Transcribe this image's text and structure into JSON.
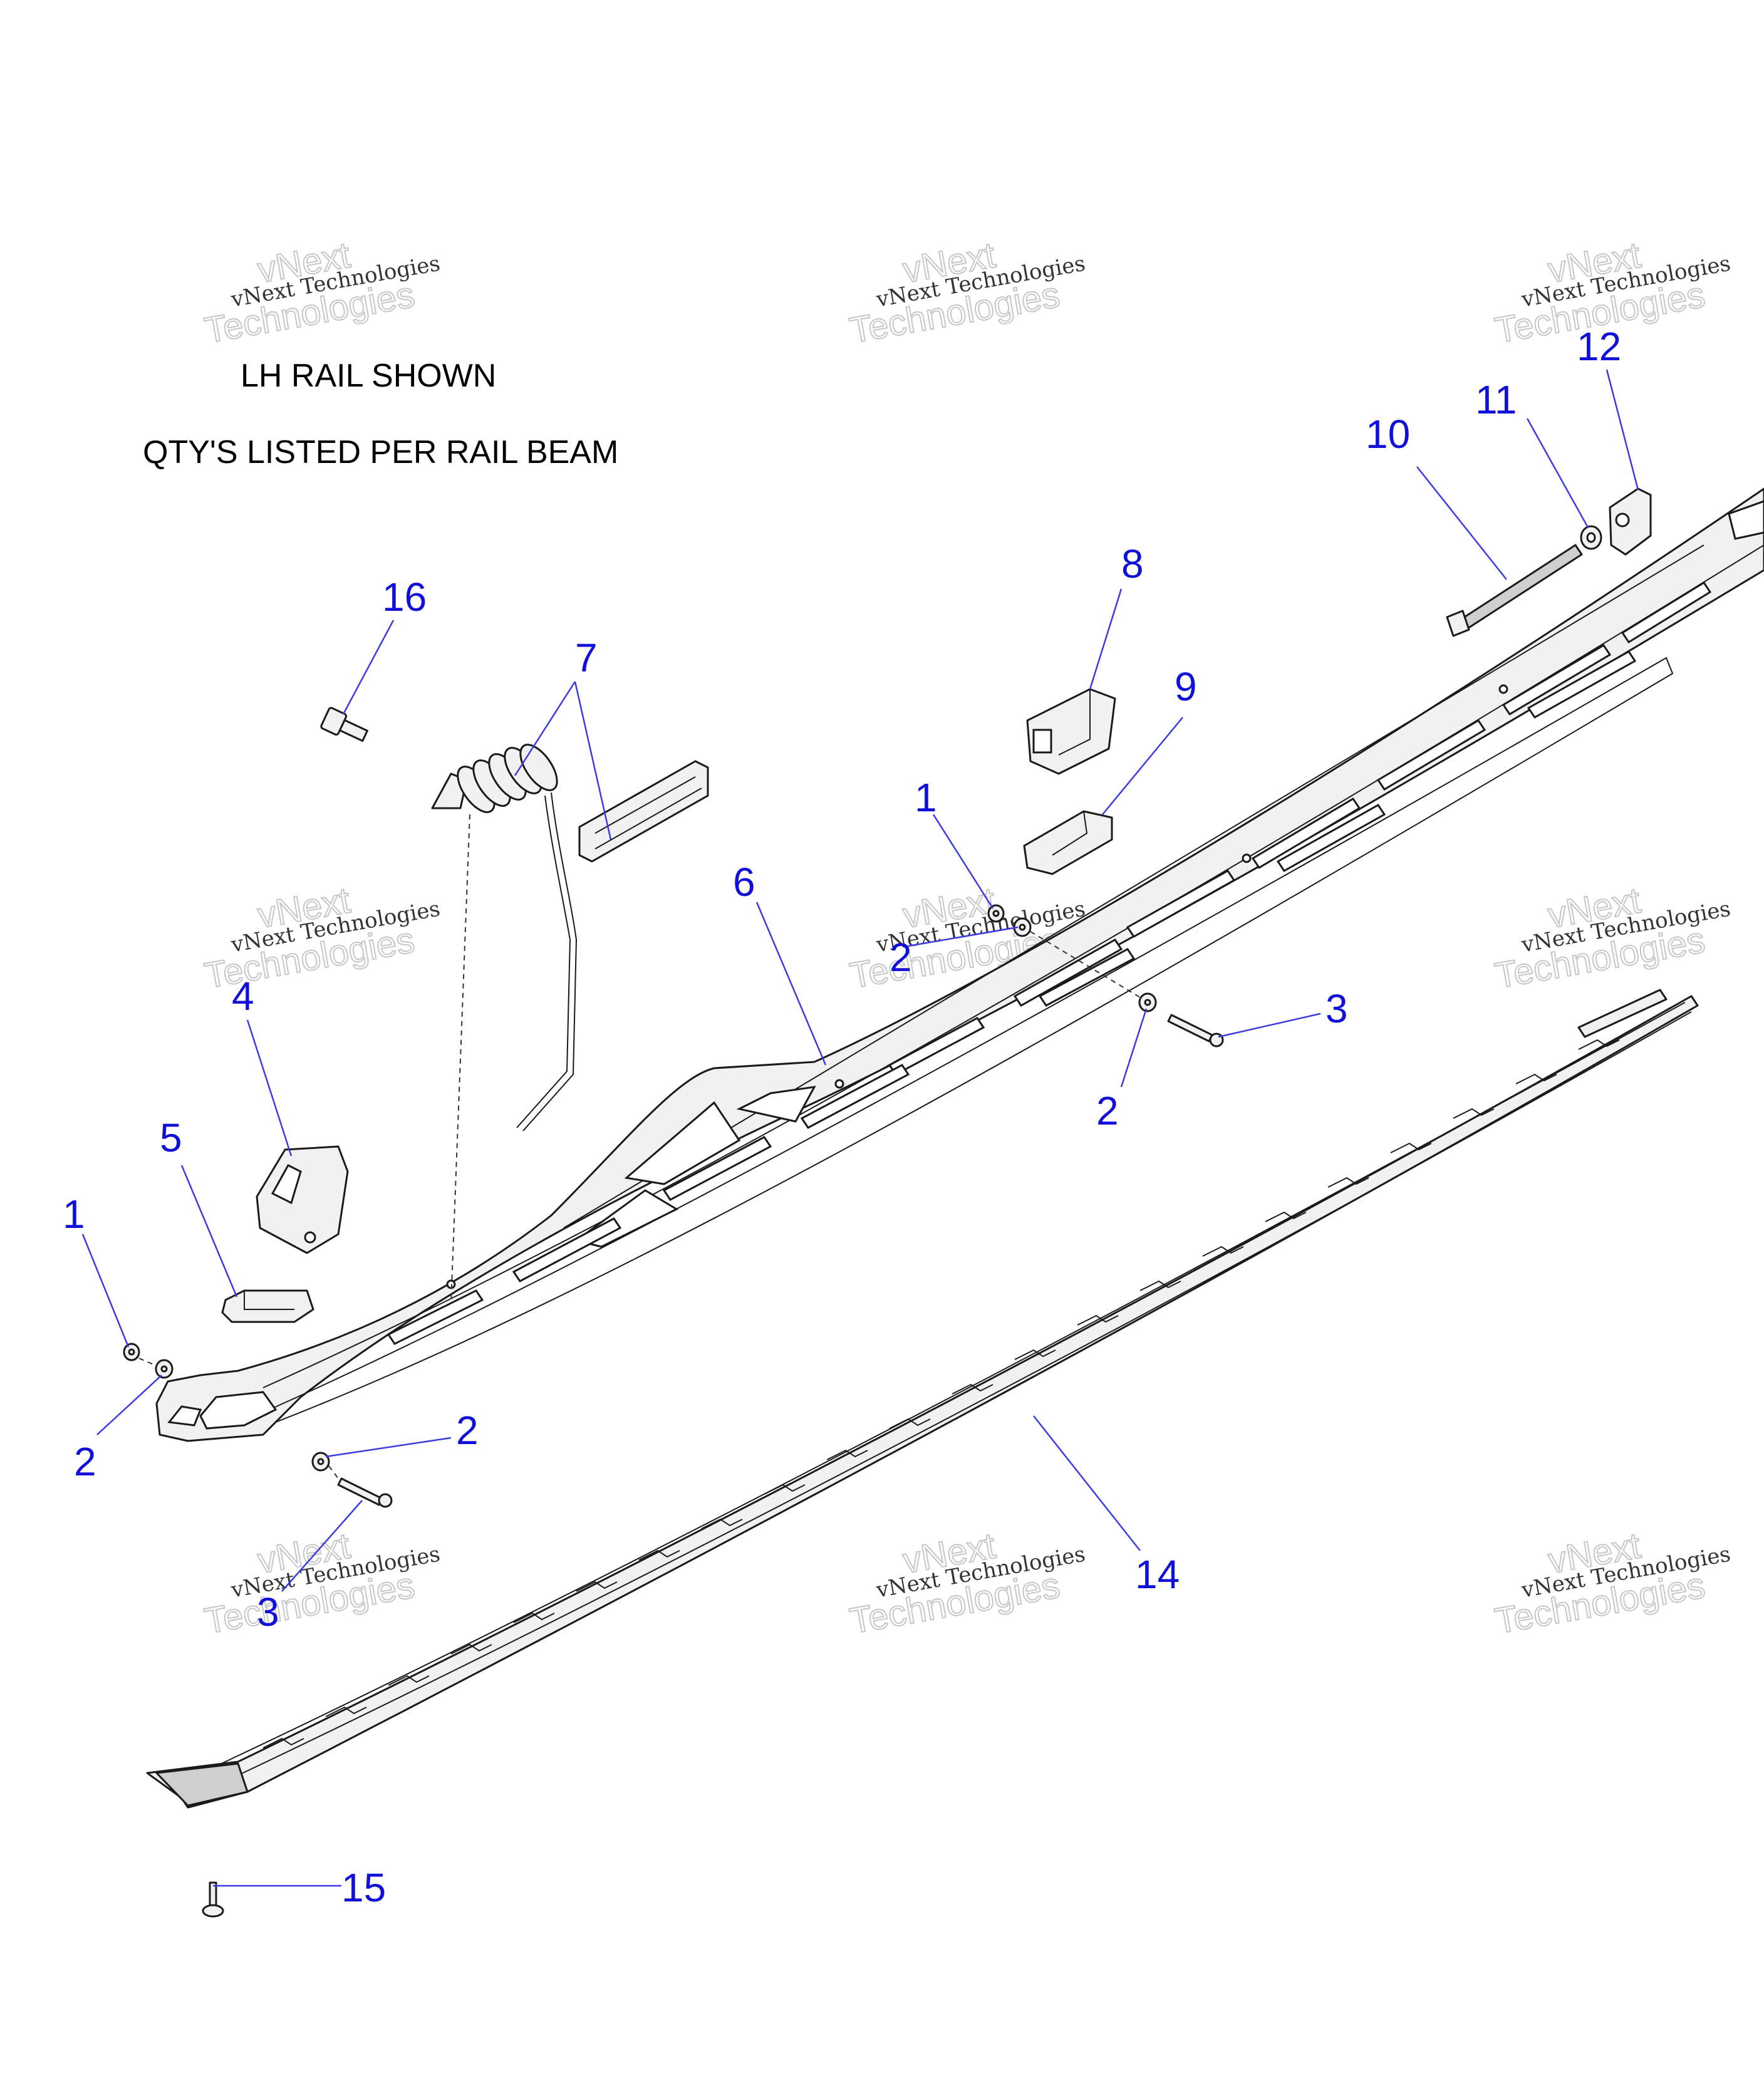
{
  "notes": {
    "lh_rail": "LH RAIL SHOWN",
    "qty": "QTY'S LISTED PER RAIL BEAM"
  },
  "watermark": {
    "line1": "vNext Technologies",
    "line2": "vNext",
    "line3": "Technologies"
  },
  "callouts": [
    {
      "id": "c1a",
      "label": "1"
    },
    {
      "id": "c1b",
      "label": "1"
    },
    {
      "id": "c2a",
      "label": "2"
    },
    {
      "id": "c2b",
      "label": "2"
    },
    {
      "id": "c2c",
      "label": "2"
    },
    {
      "id": "c2d",
      "label": "2"
    },
    {
      "id": "c3a",
      "label": "3"
    },
    {
      "id": "c3b",
      "label": "3"
    },
    {
      "id": "c4",
      "label": "4"
    },
    {
      "id": "c5",
      "label": "5"
    },
    {
      "id": "c6",
      "label": "6"
    },
    {
      "id": "c7",
      "label": "7"
    },
    {
      "id": "c8",
      "label": "8"
    },
    {
      "id": "c9",
      "label": "9"
    },
    {
      "id": "c10",
      "label": "10"
    },
    {
      "id": "c11",
      "label": "11"
    },
    {
      "id": "c12",
      "label": "12"
    },
    {
      "id": "c14",
      "label": "14"
    },
    {
      "id": "c15",
      "label": "15"
    },
    {
      "id": "c16",
      "label": "16"
    }
  ],
  "colors": {
    "callout": "#1010d8",
    "leader": "#3b3be0",
    "outline": "#1a1a1a",
    "part_fill": "#f1f1f1"
  }
}
